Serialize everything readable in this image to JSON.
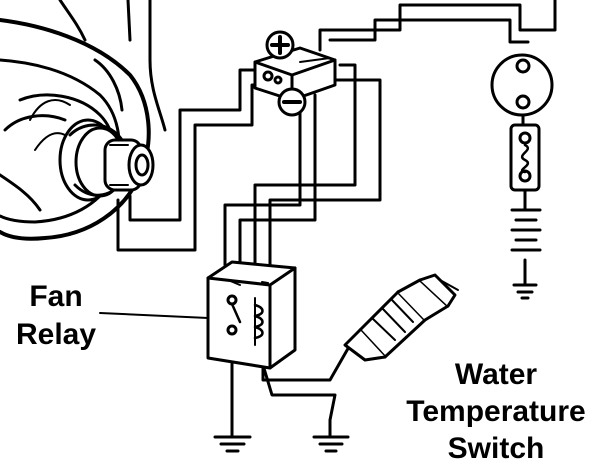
{
  "labels": {
    "fan_relay": {
      "line1": "Fan",
      "line2": "Relay"
    },
    "water_temp_switch": {
      "line1": "Water",
      "line2": "Temperature",
      "line3": "Switch"
    }
  },
  "terminal_symbols": {
    "positive": "+",
    "negative": "−"
  },
  "colors": {
    "ink": "#000000",
    "paper": "#ffffff"
  }
}
